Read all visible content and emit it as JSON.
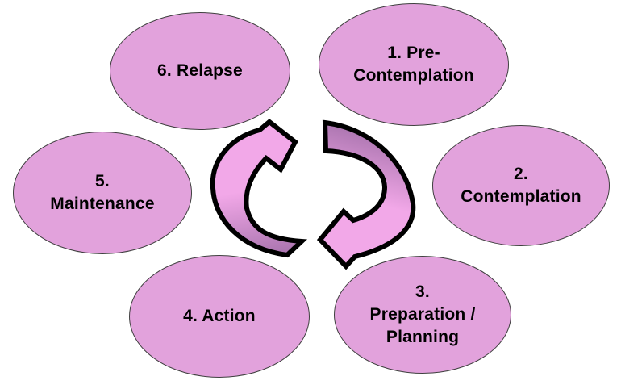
{
  "diagram": {
    "type": "cycle",
    "direction": "clockwise"
  },
  "stages": [
    {
      "number": "1",
      "label": "1. Pre-\nContemplation"
    },
    {
      "number": "2",
      "label": "2.\nContemplation"
    },
    {
      "number": "3",
      "label": "3.\nPreparation /\nPlanning"
    },
    {
      "number": "4",
      "label": "4. Action"
    },
    {
      "number": "5",
      "label": "5.\nMaintenance"
    },
    {
      "number": "6",
      "label": "6. Relapse"
    }
  ],
  "icons": {
    "center_left": "curved-arrow-up-icon",
    "center_right": "curved-arrow-down-icon"
  },
  "colors": {
    "ellipse_fill": "#E2A2DC",
    "ellipse_border": "#3F3F3F",
    "arrow_fill_light": "#F2A8E8",
    "arrow_fill_dark": "#AE77B2",
    "arrow_outline": "#000000",
    "background": "#FFFFFF",
    "text": "#000000"
  }
}
